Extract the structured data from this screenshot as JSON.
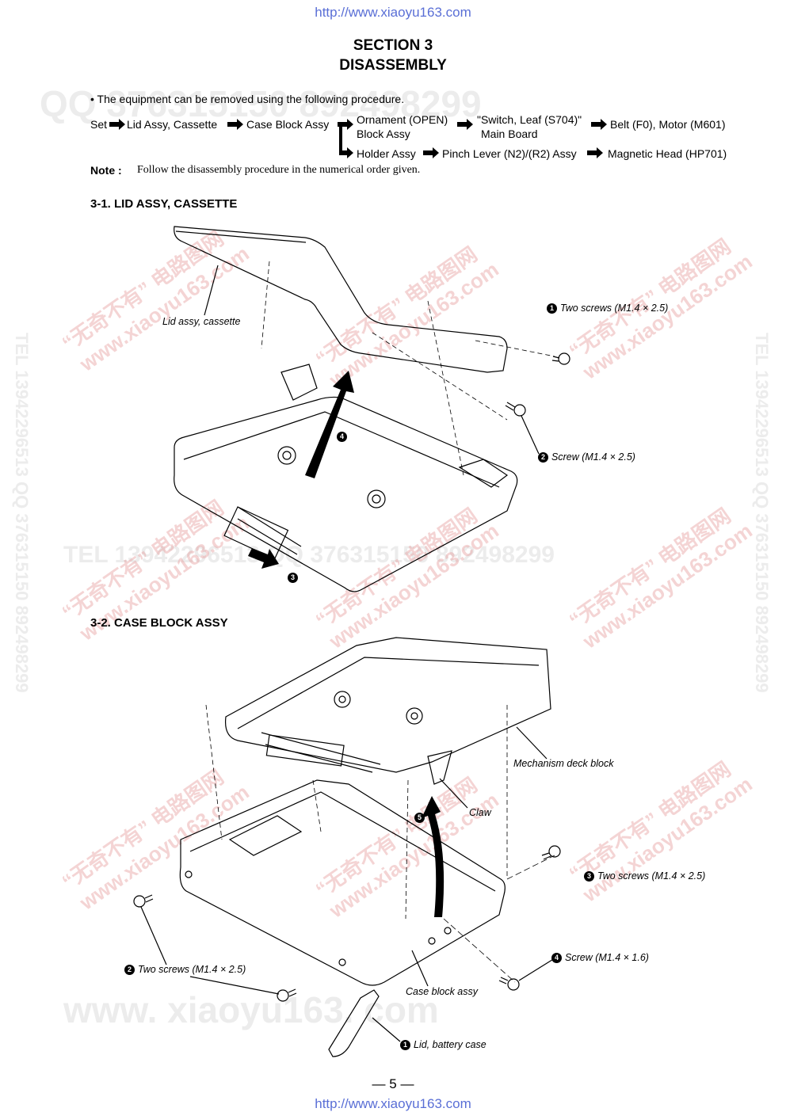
{
  "header_url": "http://www.xiaoyu163.com",
  "footer_url": "http://www.xiaoyu163.com",
  "title_line1": "SECTION 3",
  "title_line2": "DISASSEMBLY",
  "intro": "• The equipment can be removed using the following procedure.",
  "flow": {
    "set": "Set",
    "lid": "Lid Assy, Cassette",
    "case": "Case Block Assy",
    "ornament1": "Ornament (OPEN)",
    "ornament2": "Block Assy",
    "switch1": "\"Switch, Leaf (S704)\"",
    "switch2": "Main Board",
    "belt": "Belt (F0), Motor (M601)",
    "holder": "Holder Assy",
    "pinch": "Pinch Lever (N2)/(R2) Assy",
    "head": "Magnetic Head (HP701)"
  },
  "note_label": "Note :",
  "note_text": "Follow the disassembly procedure in the numerical order given.",
  "section1": {
    "heading": "3-1. LID ASSY, CASSETTE",
    "labels": {
      "lid": "Lid assy, cassette",
      "s1": "Two screws (M1.4 × 2.5)",
      "s2": "Screw (M1.4 × 2.5)"
    },
    "nums": {
      "n1": "1",
      "n2": "2",
      "n3": "3",
      "n4": "4"
    }
  },
  "section2": {
    "heading": "3-2. CASE BLOCK ASSY",
    "labels": {
      "mech": "Mechanism deck block",
      "claw": "Claw",
      "s3": "Two screws (M1.4 × 2.5)",
      "s2": "Two screws (M1.4 × 2.5)",
      "s4": "Screw (M1.4 × 1.6)",
      "case": "Case block assy",
      "lid_battery": "Lid, battery case"
    },
    "nums": {
      "n1": "1",
      "n2": "2",
      "n3": "3",
      "n4": "4",
      "n5": "5"
    }
  },
  "page_number": "— 5 —",
  "watermarks": {
    "qq_top": "QQ  376315150  892498299",
    "tel_mid": "TEL  13942296513  QQ  376315150  892498299",
    "www_bottom": "www. xiaoyu163. com",
    "cn_site": "“无奇不有” 电路图网",
    "cn_url": "www.xiaoyu163.com",
    "tel_vertical": "TEL 13942296513  QQ 376315150  892498299"
  }
}
